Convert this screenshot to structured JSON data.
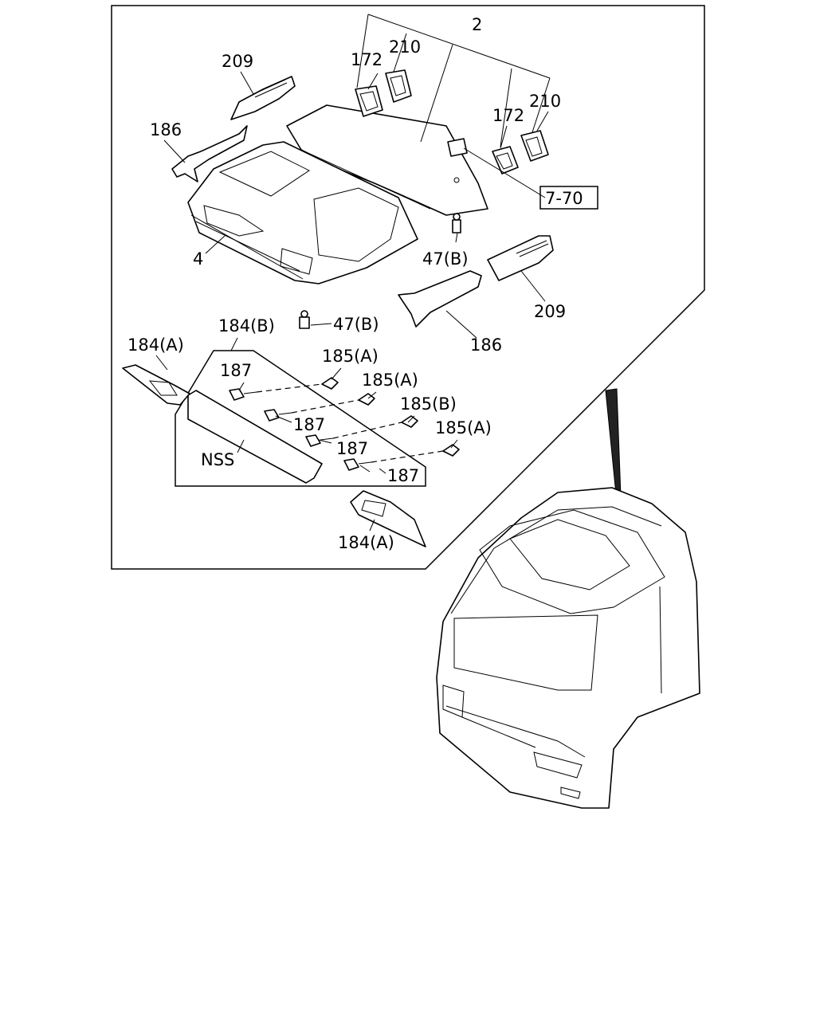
{
  "callouts": {
    "c2": "2",
    "c209_top": "209",
    "c172_left": "172",
    "c210_left": "210",
    "c172_right": "172",
    "c210_right": "210",
    "c186_top": "186",
    "c4": "4",
    "c7_70": "7-70",
    "c47b_upper": "47(B)",
    "c47b_lower": "47(B)",
    "c209_right": "209",
    "c186_right": "186",
    "c184b": "184(B)",
    "c184a_upper": "184(A)",
    "c185a_1": "185(A)",
    "c187_1": "187",
    "c185a_2": "185(A)",
    "c185b": "185(B)",
    "c187_2": "187",
    "c185a_3": "185(A)",
    "c187_3": "187",
    "nss": "NSS",
    "c187_4": "187",
    "c184a_lower": "184(A)"
  }
}
